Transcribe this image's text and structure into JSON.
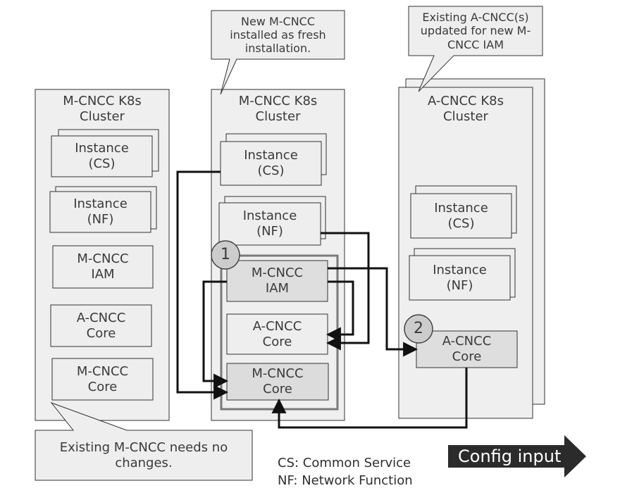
{
  "clusters": {
    "existing_mcncc": "M-CNCC K8s\nCluster",
    "new_mcncc": "M-CNCC K8s\nCluster",
    "acncc": "A-CNCC K8s\nCluster"
  },
  "existing_mcncc_boxes": {
    "cs": "Instance\n(CS)",
    "nf": "Instance\n(NF)",
    "iam": "M-CNCC\nIAM",
    "acore": "A-CNCC\nCore",
    "mcore": "M-CNCC\nCore"
  },
  "new_mcncc_boxes": {
    "cs": "Instance\n(CS)",
    "nf": "Instance\n(NF)",
    "iam": "M-CNCC\nIAM",
    "acore": "A-CNCC\nCore",
    "mcore": "M-CNCC\nCore"
  },
  "acncc_boxes": {
    "cs": "Instance\n(CS)",
    "nf": "Instance\n(NF)",
    "core": "A-CNCC\nCore"
  },
  "callouts": {
    "new_mcncc": "New M-CNCC\ninstalled as fresh\ninstallation.",
    "existing_acncc": "Existing A-CNCC(s)\nupdated for new M-\nCNCC IAM",
    "existing_mcncc": "Existing M-CNCC needs no\nchanges."
  },
  "badges": {
    "one": "1",
    "two": "2"
  },
  "legend": {
    "cs": "CS: Common Service",
    "nf": "NF: Network Function"
  },
  "config_input": "Config input",
  "colors": {
    "panel": "#efefef",
    "box": "#eeeeee",
    "box_dark": "#dcdcdc",
    "stroke": "#2b2b2b",
    "line": "#111111",
    "badge": "#cccccc",
    "arrow_fill": "#2b2b2b"
  }
}
